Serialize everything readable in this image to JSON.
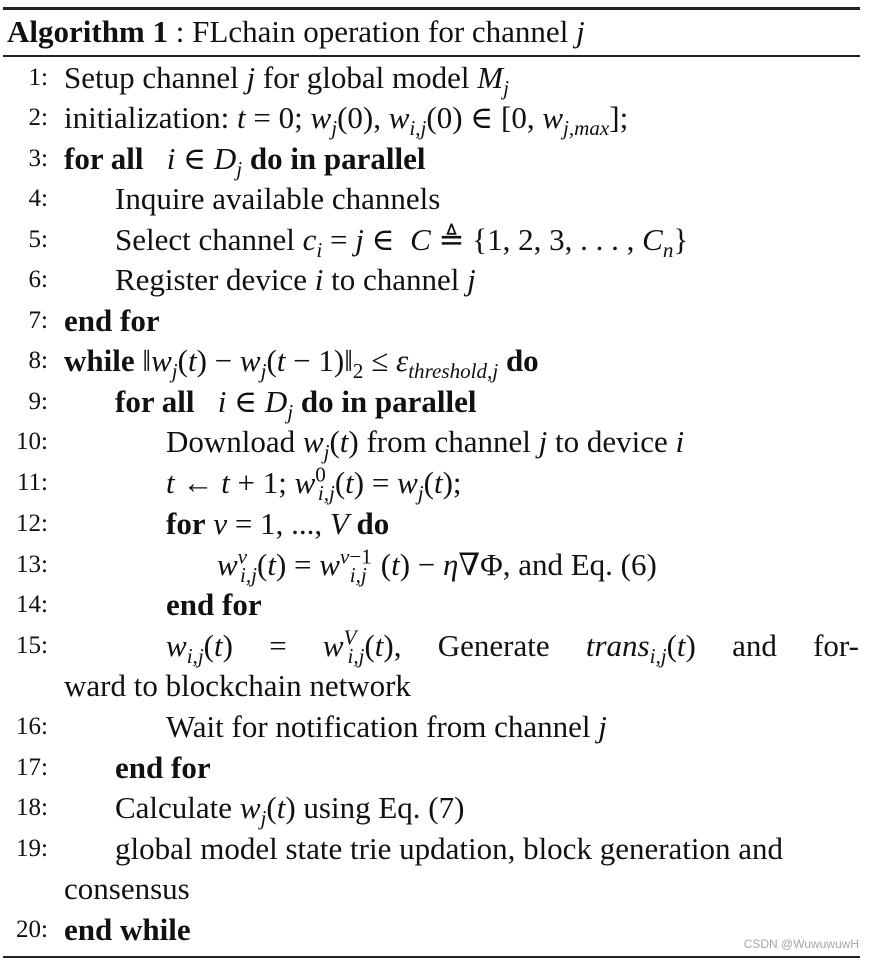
{
  "algorithm": {
    "label": "Algorithm 1",
    "title_sep": " : ",
    "title": "FLchain operation for channel j"
  },
  "lines": [
    {
      "num": "1:",
      "text": "Setup channel j for global model M_j"
    },
    {
      "num": "2:",
      "text": "initialization: t = 0; w_j(0), w_{i,j}(0) ∈ [0, w_{j,max}];"
    },
    {
      "num": "3:",
      "text": "for all i ∈ D_j do in parallel"
    },
    {
      "num": "4:",
      "text": "Inquire available channels"
    },
    {
      "num": "5:",
      "text": "Select channel c_i = j ∈ C ≜ {1, 2, 3, . . . , C_n}"
    },
    {
      "num": "6:",
      "text": "Register device i to channel j"
    },
    {
      "num": "7:",
      "text": "end for"
    },
    {
      "num": "8:",
      "text": "while ‖w_j(t) − w_j(t − 1)‖_2 ≤ ε_{threshold,j} do"
    },
    {
      "num": "9:",
      "text": "for all i ∈ D_j do in parallel"
    },
    {
      "num": "10:",
      "text": "Download w_j(t) from channel j to device i"
    },
    {
      "num": "11:",
      "text": "t ← t + 1; w^0_{i,j}(t) = w_j(t);"
    },
    {
      "num": "12:",
      "text": "for v = 1, ..., V do"
    },
    {
      "num": "13:",
      "text": "w^v_{i,j}(t) = w^{v−1}_{i,j}(t) − η∇Φ, and Eq. (6)"
    },
    {
      "num": "14:",
      "text": "end for"
    },
    {
      "num": "15:",
      "text": "w_{i,j}(t) = w^V_{i,j}(t), Generate trans_{i,j}(t) and forward to blockchain network"
    },
    {
      "num": "16:",
      "text": "Wait for notification from channel j"
    },
    {
      "num": "17:",
      "text": "end for"
    },
    {
      "num": "18:",
      "text": "Calculate w_j(t) using Eq. (7)"
    },
    {
      "num": "19:",
      "text": "global model state trie updation, block generation and consensus"
    },
    {
      "num": "20:",
      "text": "end while"
    }
  ],
  "watermark": "CSDN @WuwuwuwH"
}
